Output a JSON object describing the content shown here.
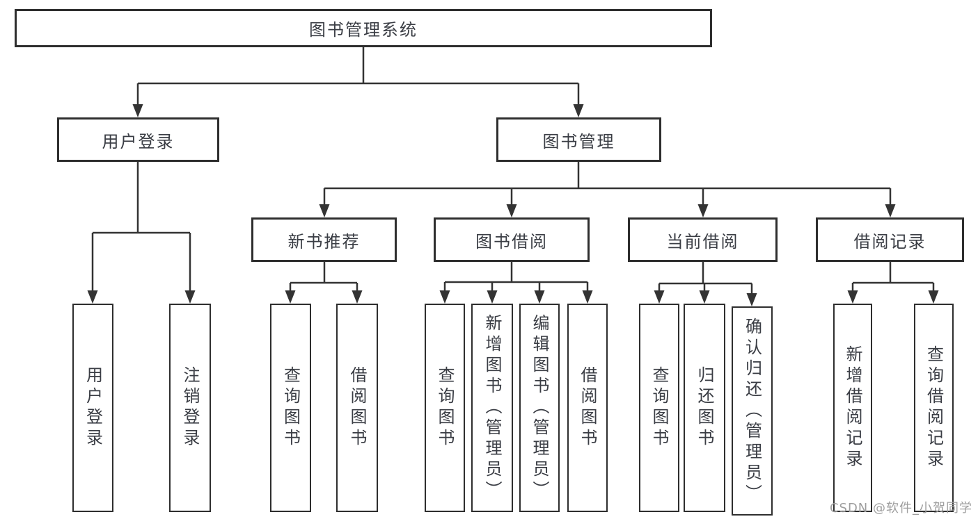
{
  "diagram": {
    "title": "图书管理系统",
    "level2": {
      "user_login": "用户登录",
      "book_mgmt": "图书管理"
    },
    "level3": {
      "new_book": "新书推荐",
      "borrow": "图书借阅",
      "current": "当前借阅",
      "records": "借阅记录"
    },
    "leaves": {
      "user_login": "用户登录",
      "logout": "注销登录",
      "new_book_query": "查询图书",
      "new_book_borrow": "借阅图书",
      "borrow_query": "查询图书",
      "borrow_add": "新增图书（管理员）",
      "borrow_edit": "编辑图书（管理员）",
      "borrow_do": "借阅图书",
      "current_query": "查询图书",
      "current_return": "归还图书",
      "current_confirm": "确认归还（管理员）",
      "records_add": "新增借阅记录",
      "records_query": "查询借阅记录"
    },
    "watermark": "CSDN @软件_小贺同学",
    "colors": {
      "line": "#333333",
      "border": "#2e2e2e",
      "text": "#3a3d44",
      "watermark": "#9e9e9e",
      "background": "#ffffff"
    }
  }
}
